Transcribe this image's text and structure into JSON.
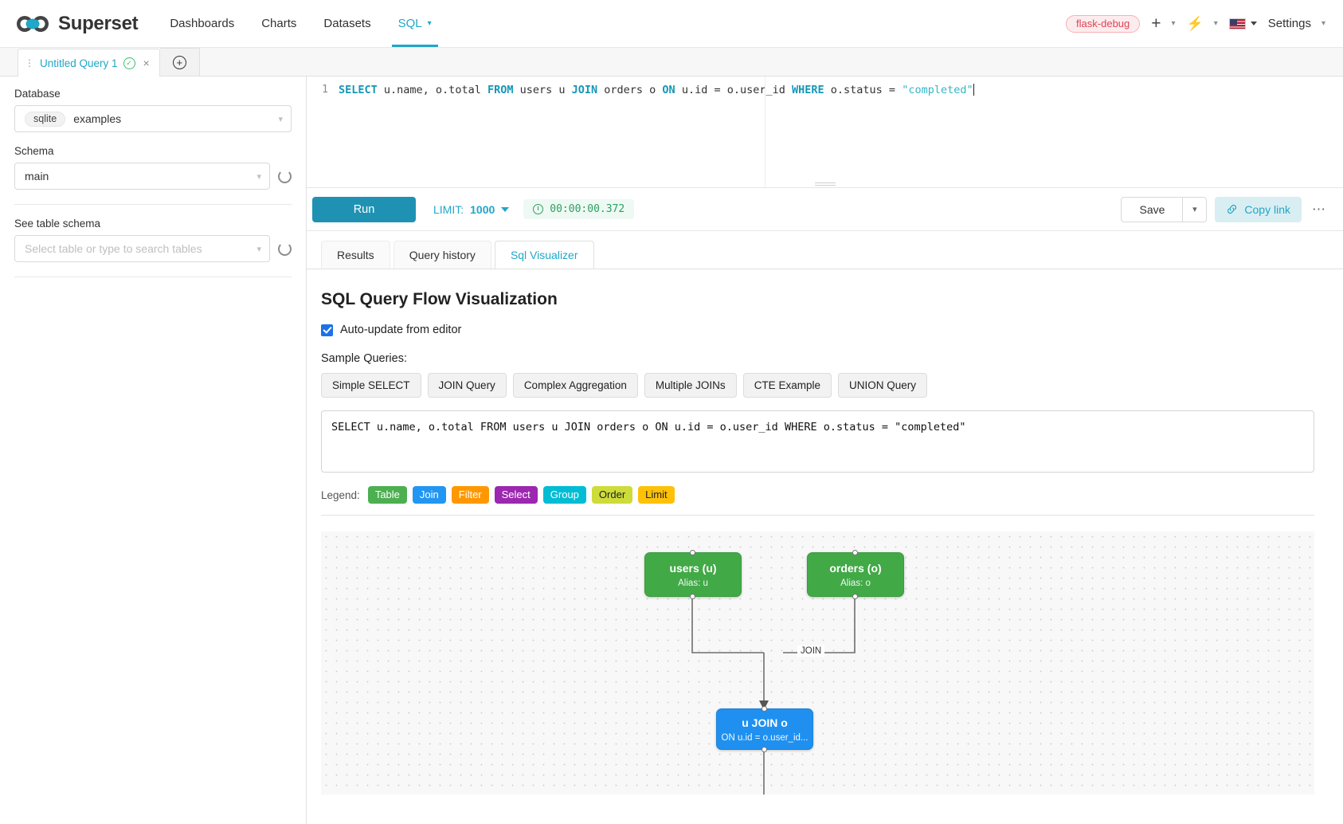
{
  "navbar": {
    "brand": "Superset",
    "links": [
      {
        "label": "Dashboards",
        "active": false,
        "caret": false
      },
      {
        "label": "Charts",
        "active": false,
        "caret": false
      },
      {
        "label": "Datasets",
        "active": false,
        "caret": false
      },
      {
        "label": "SQL",
        "active": true,
        "caret": true
      }
    ],
    "debug_badge": "flask-debug",
    "plus_icon": "+",
    "bolt_icon": "⚡",
    "settings_label": "Settings",
    "caret_glyph": "⌄"
  },
  "query_tabs": {
    "tab_label": "Untitled Query 1",
    "status_icon": "check-circle",
    "close_icon": "×",
    "new_tab_icon": "+"
  },
  "left_panel": {
    "database_label": "Database",
    "database_chip": "sqlite",
    "database_value": "examples",
    "schema_label": "Schema",
    "schema_value": "main",
    "table_schema_label": "See table schema",
    "table_placeholder": "Select table or type to search tables"
  },
  "editor": {
    "line_number": "1",
    "tokens": [
      {
        "t": "SELECT",
        "k": "kw"
      },
      {
        "t": " u.name, o.total ",
        "k": ""
      },
      {
        "t": "FROM",
        "k": "kw"
      },
      {
        "t": " users u ",
        "k": ""
      },
      {
        "t": "JOIN",
        "k": "kw"
      },
      {
        "t": " orders o ",
        "k": ""
      },
      {
        "t": "ON",
        "k": "kw"
      },
      {
        "t": " u.id = o.user_id ",
        "k": ""
      },
      {
        "t": "WHERE",
        "k": "kw"
      },
      {
        "t": " o.status = ",
        "k": ""
      },
      {
        "t": "\"completed\"",
        "k": "str"
      }
    ]
  },
  "toolbar": {
    "run_label": "Run",
    "limit_prefix": "LIMIT:",
    "limit_value": "1000",
    "timer": "00:00:00.372",
    "save_label": "Save",
    "copy_link_label": "Copy link",
    "more_icon": "⋯"
  },
  "result_tabs": [
    {
      "label": "Results",
      "active": false
    },
    {
      "label": "Query history",
      "active": false
    },
    {
      "label": "Sql Visualizer",
      "active": true
    }
  ],
  "visualizer": {
    "title": "SQL Query Flow Visualization",
    "auto_update_label": "Auto-update from editor",
    "auto_update_checked": true,
    "samples_label": "Sample Queries:",
    "sample_buttons": [
      "Simple SELECT",
      "JOIN Query",
      "Complex Aggregation",
      "Multiple JOINs",
      "CTE Example",
      "UNION Query"
    ],
    "sql_text": "SELECT u.name, o.total FROM users u JOIN orders o ON u.id = o.user_id WHERE o.status = \"completed\"",
    "legend_label": "Legend:",
    "legend": [
      {
        "label": "Table",
        "color": "#4caf50"
      },
      {
        "label": "Join",
        "color": "#2196f3"
      },
      {
        "label": "Filter",
        "color": "#ff9800"
      },
      {
        "label": "Select",
        "color": "#9c27b0"
      },
      {
        "label": "Group",
        "color": "#00bcd4"
      },
      {
        "label": "Order",
        "color": "#cddc39"
      },
      {
        "label": "Limit",
        "color": "#ffc107"
      }
    ],
    "graph": {
      "nodes": [
        {
          "id": "users",
          "title": "users (u)",
          "sub": "Alias: u",
          "kind": "table"
        },
        {
          "id": "orders",
          "title": "orders (o)",
          "sub": "Alias: o",
          "kind": "table"
        },
        {
          "id": "join",
          "title": "u JOIN o",
          "sub": "ON u.id = o.user_id...",
          "kind": "join"
        }
      ],
      "edge_label": "JOIN"
    }
  }
}
